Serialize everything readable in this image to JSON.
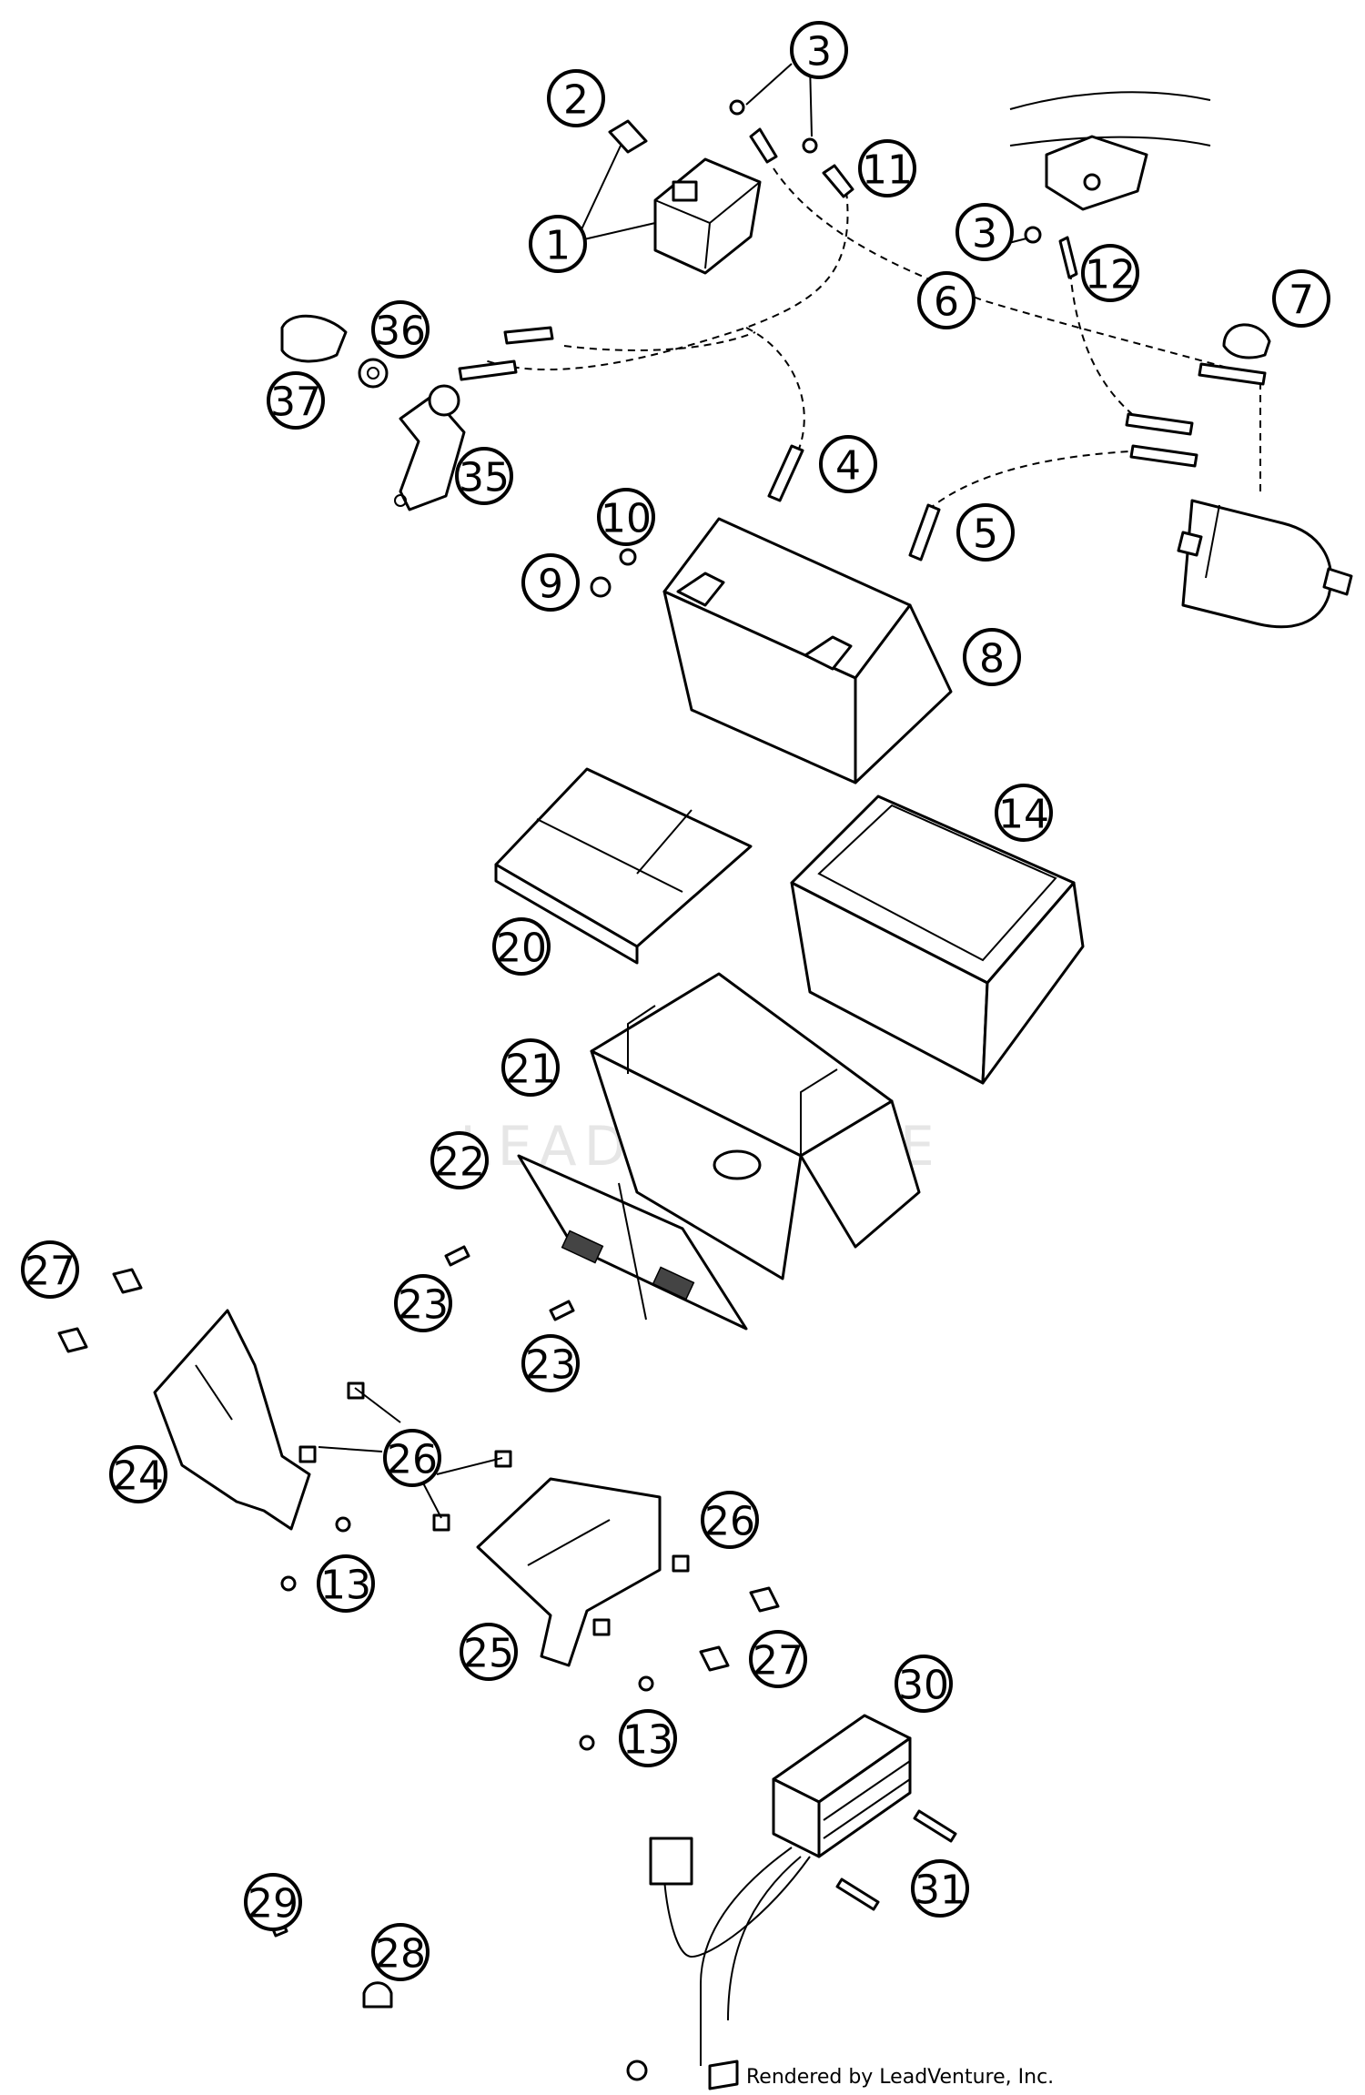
{
  "watermark": "LEADVENTURE",
  "credit": "Rendered by LeadVenture, Inc.",
  "callouts": [
    {
      "label": "1"
    },
    {
      "label": "2"
    },
    {
      "label": "3"
    },
    {
      "label": "11"
    },
    {
      "label": "3"
    },
    {
      "label": "12"
    },
    {
      "label": "7"
    },
    {
      "label": "6"
    },
    {
      "label": "36"
    },
    {
      "label": "37"
    },
    {
      "label": "35"
    },
    {
      "label": "4"
    },
    {
      "label": "10"
    },
    {
      "label": "5"
    },
    {
      "label": "9"
    },
    {
      "label": "8"
    },
    {
      "label": "14"
    },
    {
      "label": "20"
    },
    {
      "label": "21"
    },
    {
      "label": "22"
    },
    {
      "label": "27"
    },
    {
      "label": "23"
    },
    {
      "label": "23"
    },
    {
      "label": "24"
    },
    {
      "label": "26"
    },
    {
      "label": "26"
    },
    {
      "label": "13"
    },
    {
      "label": "25"
    },
    {
      "label": "27"
    },
    {
      "label": "13"
    },
    {
      "label": "30"
    },
    {
      "label": "31"
    },
    {
      "label": "29"
    },
    {
      "label": "28"
    }
  ]
}
